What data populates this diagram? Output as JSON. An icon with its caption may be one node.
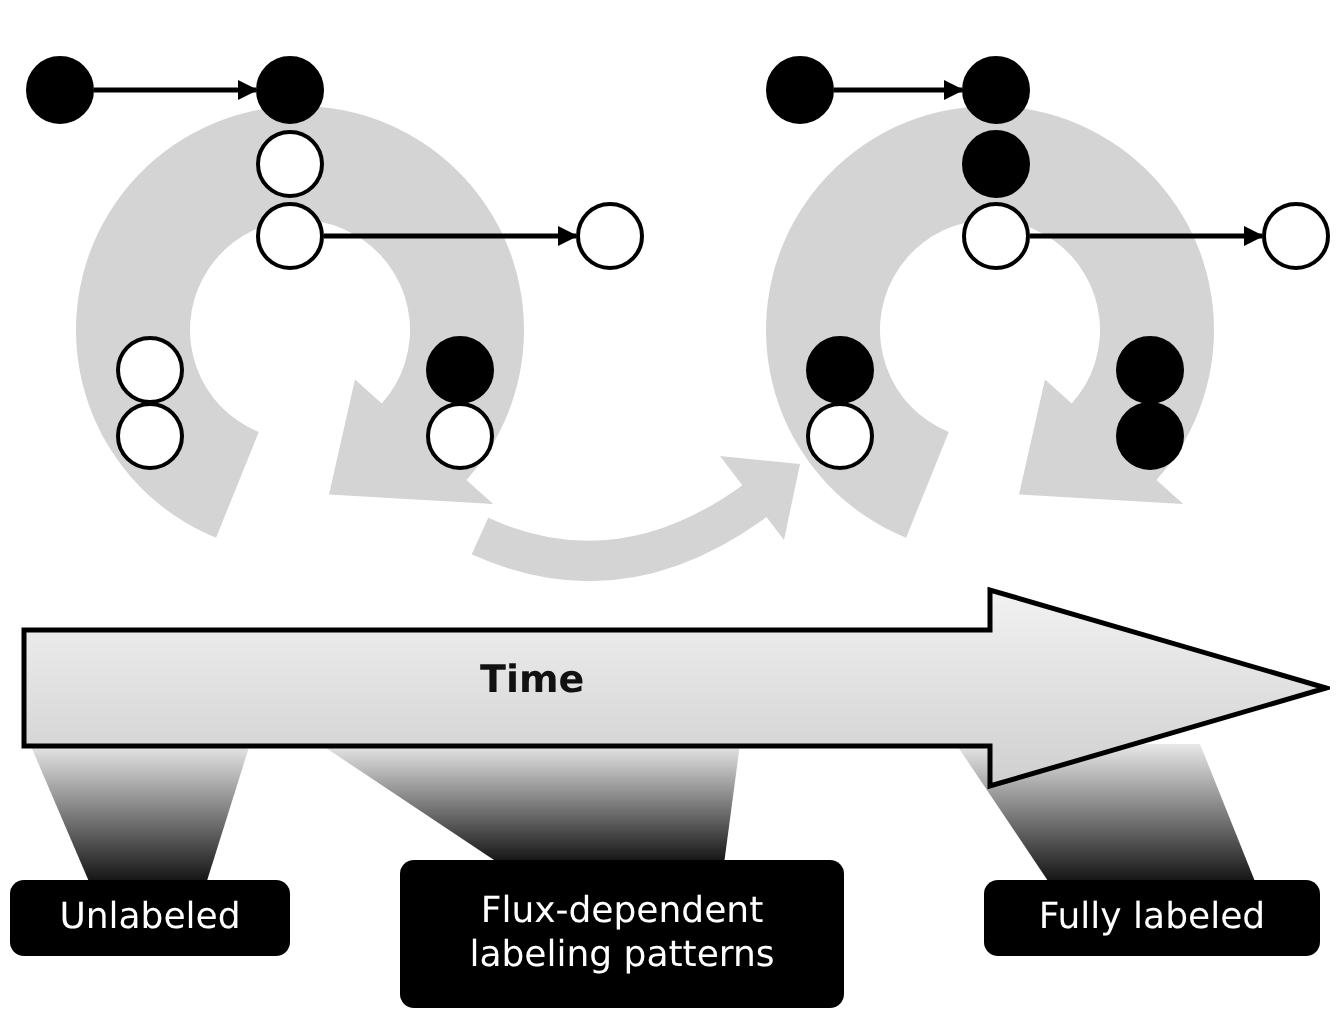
{
  "diagram": {
    "nodes": [
      {
        "text": [],
        "shape": "dot"
      },
      {
        "text": [],
        "shape": "dot"
      },
      {
        "text": [],
        "shape": "circle"
      },
      {
        "text": [],
        "shape": "circle"
      },
      {
        "text": [],
        "shape": "circle"
      },
      {
        "text": [],
        "shape": "dot"
      },
      {
        "text": [],
        "shape": "dot"
      },
      {
        "text": [],
        "shape": "dot"
      },
      {
        "text": [],
        "shape": "circle"
      },
      {
        "text": [],
        "shape": "circle"
      },
      {
        "text": [],
        "shape": "circle"
      },
      {
        "text": [],
        "shape": "circle"
      },
      {
        "text": [],
        "shape": "dot"
      },
      {
        "text": [],
        "shape": "circle"
      },
      {
        "text": [],
        "shape": "dot"
      },
      {
        "text": [],
        "shape": "circle"
      },
      {
        "text": [],
        "shape": "dot"
      },
      {
        "text": [],
        "shape": "dot"
      },
      {
        "text": [
          "Time"
        ]
      },
      {
        "text": [
          "Unlabeled"
        ]
      },
      {
        "text": [
          "Flux-dependent labeling patterns"
        ]
      },
      {
        "text": [
          "Fully labeled"
        ]
      }
    ],
    "edges": [
      {
        "from": 0,
        "to": 1,
        "arrow": "to"
      },
      {
        "from": 3,
        "to": 4,
        "arrow": "to"
      },
      {
        "from": 5,
        "to": 6,
        "arrow": "to"
      },
      {
        "from": 8,
        "to": 9,
        "arrow": "to"
      }
    ]
  }
}
